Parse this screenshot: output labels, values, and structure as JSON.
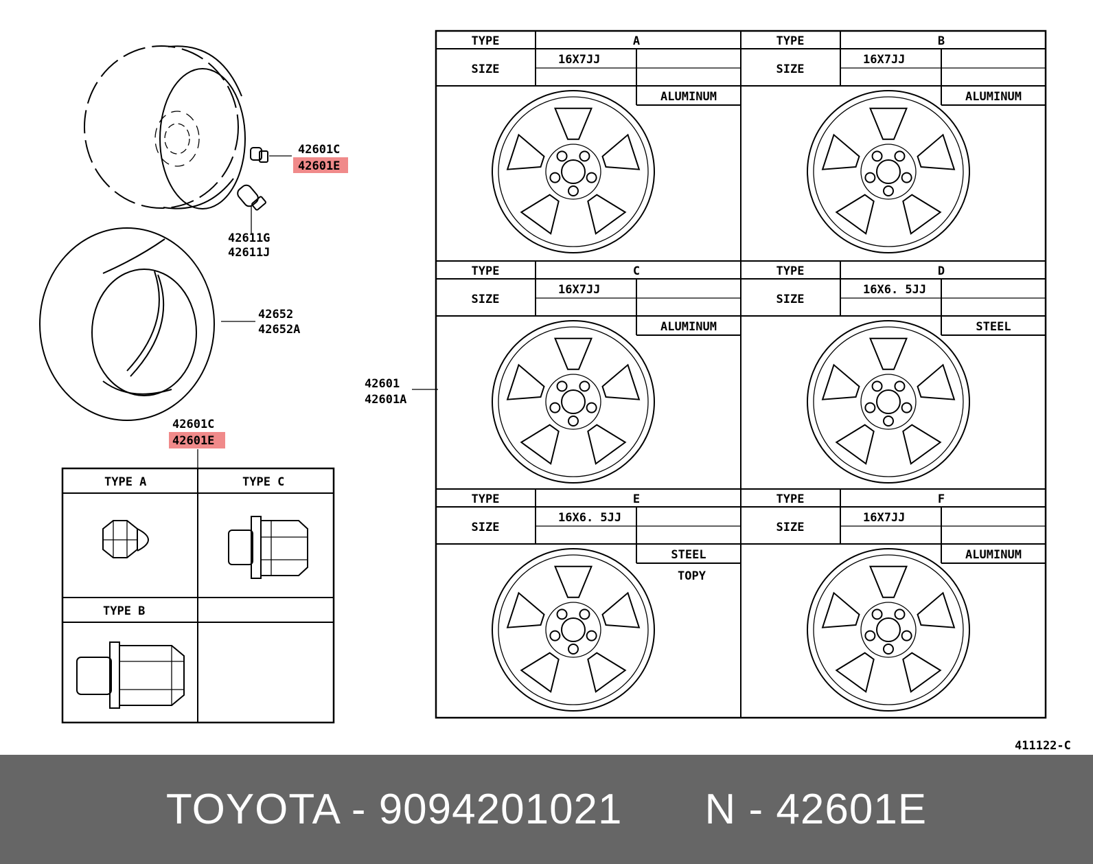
{
  "labels": {
    "nut_part_1": "42601C",
    "nut_part_1_highlight": "42601E",
    "valve_part_1": "42611G",
    "valve_part_2": "42611J",
    "tire_part_1": "42652",
    "tire_part_2": "42652A",
    "nut_bottom_1": "42601C",
    "nut_bottom_2": "42601E",
    "wheel_part_1": "42601",
    "wheel_part_2": "42601A",
    "drawing_code": "411122-C"
  },
  "nut_table": {
    "type_a": "TYPE  A",
    "type_c": "TYPE  C",
    "type_b": "TYPE  B"
  },
  "wheel_table": {
    "type_label": "TYPE",
    "size_label": "SIZE",
    "wheels": [
      {
        "type": "A",
        "size": "16X7JJ",
        "material": "ALUMINUM",
        "note": ""
      },
      {
        "type": "B",
        "size": "16X7JJ",
        "material": "ALUMINUM",
        "note": ""
      },
      {
        "type": "C",
        "size": "16X7JJ",
        "material": "ALUMINUM",
        "note": ""
      },
      {
        "type": "D",
        "size": "16X6. 5JJ",
        "material": "STEEL",
        "note": ""
      },
      {
        "type": "E",
        "size": "16X6. 5JJ",
        "material": "STEEL",
        "note": "TOPY"
      },
      {
        "type": "F",
        "size": "16X7JJ",
        "material": "ALUMINUM",
        "note": ""
      }
    ]
  },
  "footer": {
    "brand_part": "TOYOTA - 9094201021",
    "ref": "N - 42601E"
  },
  "colors": {
    "highlight": "#f08a8a",
    "footer_bg": "#666666",
    "footer_text": "#ffffff"
  }
}
